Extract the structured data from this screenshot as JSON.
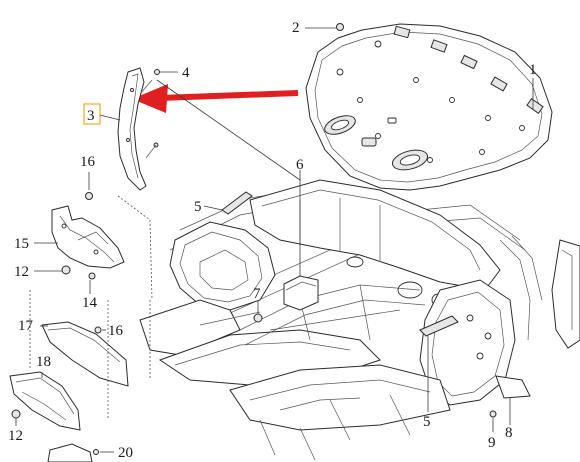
{
  "callouts": [
    {
      "id": "1",
      "text": "1"
    },
    {
      "id": "2",
      "text": "2"
    },
    {
      "id": "3",
      "text": "3"
    },
    {
      "id": "4",
      "text": "4"
    },
    {
      "id": "5a",
      "text": "5"
    },
    {
      "id": "5b",
      "text": "5"
    },
    {
      "id": "6",
      "text": "6"
    },
    {
      "id": "7",
      "text": "7"
    },
    {
      "id": "8",
      "text": "8"
    },
    {
      "id": "9",
      "text": "9"
    },
    {
      "id": "12a",
      "text": "12"
    },
    {
      "id": "12b",
      "text": "12"
    },
    {
      "id": "14",
      "text": "14"
    },
    {
      "id": "15",
      "text": "15"
    },
    {
      "id": "16a",
      "text": "16"
    },
    {
      "id": "16b",
      "text": "16"
    },
    {
      "id": "17",
      "text": "17"
    },
    {
      "id": "18",
      "text": "18"
    },
    {
      "id": "20",
      "text": "20"
    }
  ],
  "highlight": {
    "callout": "3",
    "box_color": "#f5a623",
    "arrow_color": "#e02020"
  }
}
